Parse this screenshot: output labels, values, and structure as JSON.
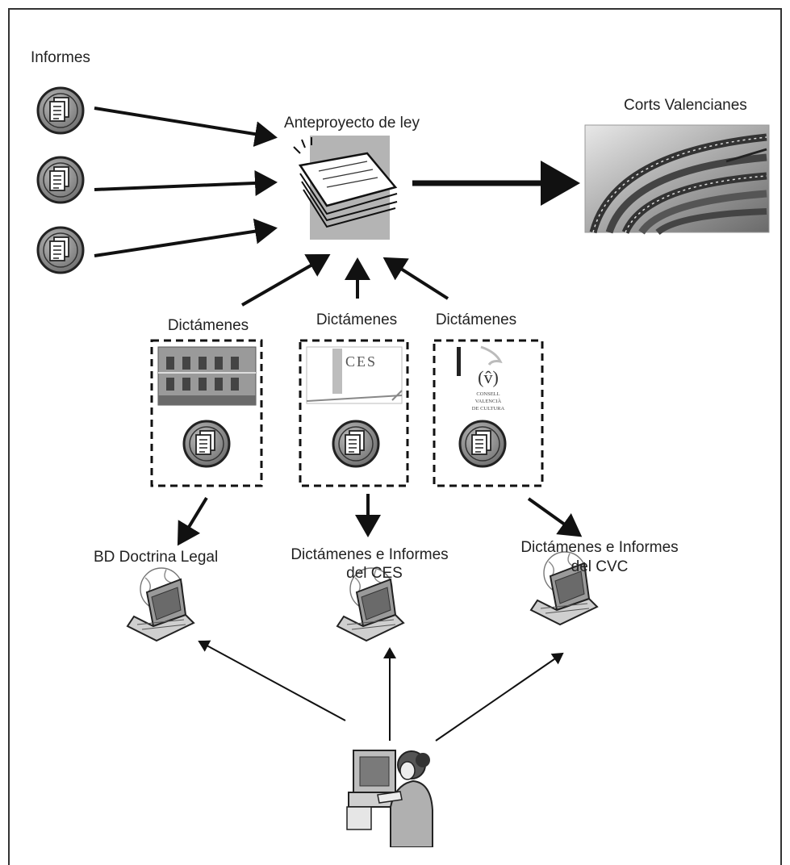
{
  "labels": {
    "informes": "Informes",
    "anteproyecto": "Anteproyecto de ley",
    "corts": "Corts Valencianes",
    "dictamenes_1": "Dictámenes",
    "dictamenes_2": "Dictámenes",
    "dictamenes_3": "Dictámenes",
    "bd_doctrina": "BD Doctrina Legal",
    "ces_line1": "Dictámenes e Informes",
    "ces_line2": "del CES",
    "cvc_line1": "Dictámenes e Informes",
    "cvc_line2": "del CVC"
  },
  "logos": {
    "ces": "CES",
    "cvc_letter": "(v̂)",
    "cvc_line1": "CONSELL",
    "cvc_line2": "VALENCIÀ",
    "cvc_line3": "DE CULTURA"
  },
  "icons": {
    "document": "document-icon",
    "bill": "bill-document-icon",
    "parliament": "parliament-photo",
    "building": "building-photo",
    "laptop": "laptop-globe-icon",
    "user": "user-at-computer-icon"
  }
}
